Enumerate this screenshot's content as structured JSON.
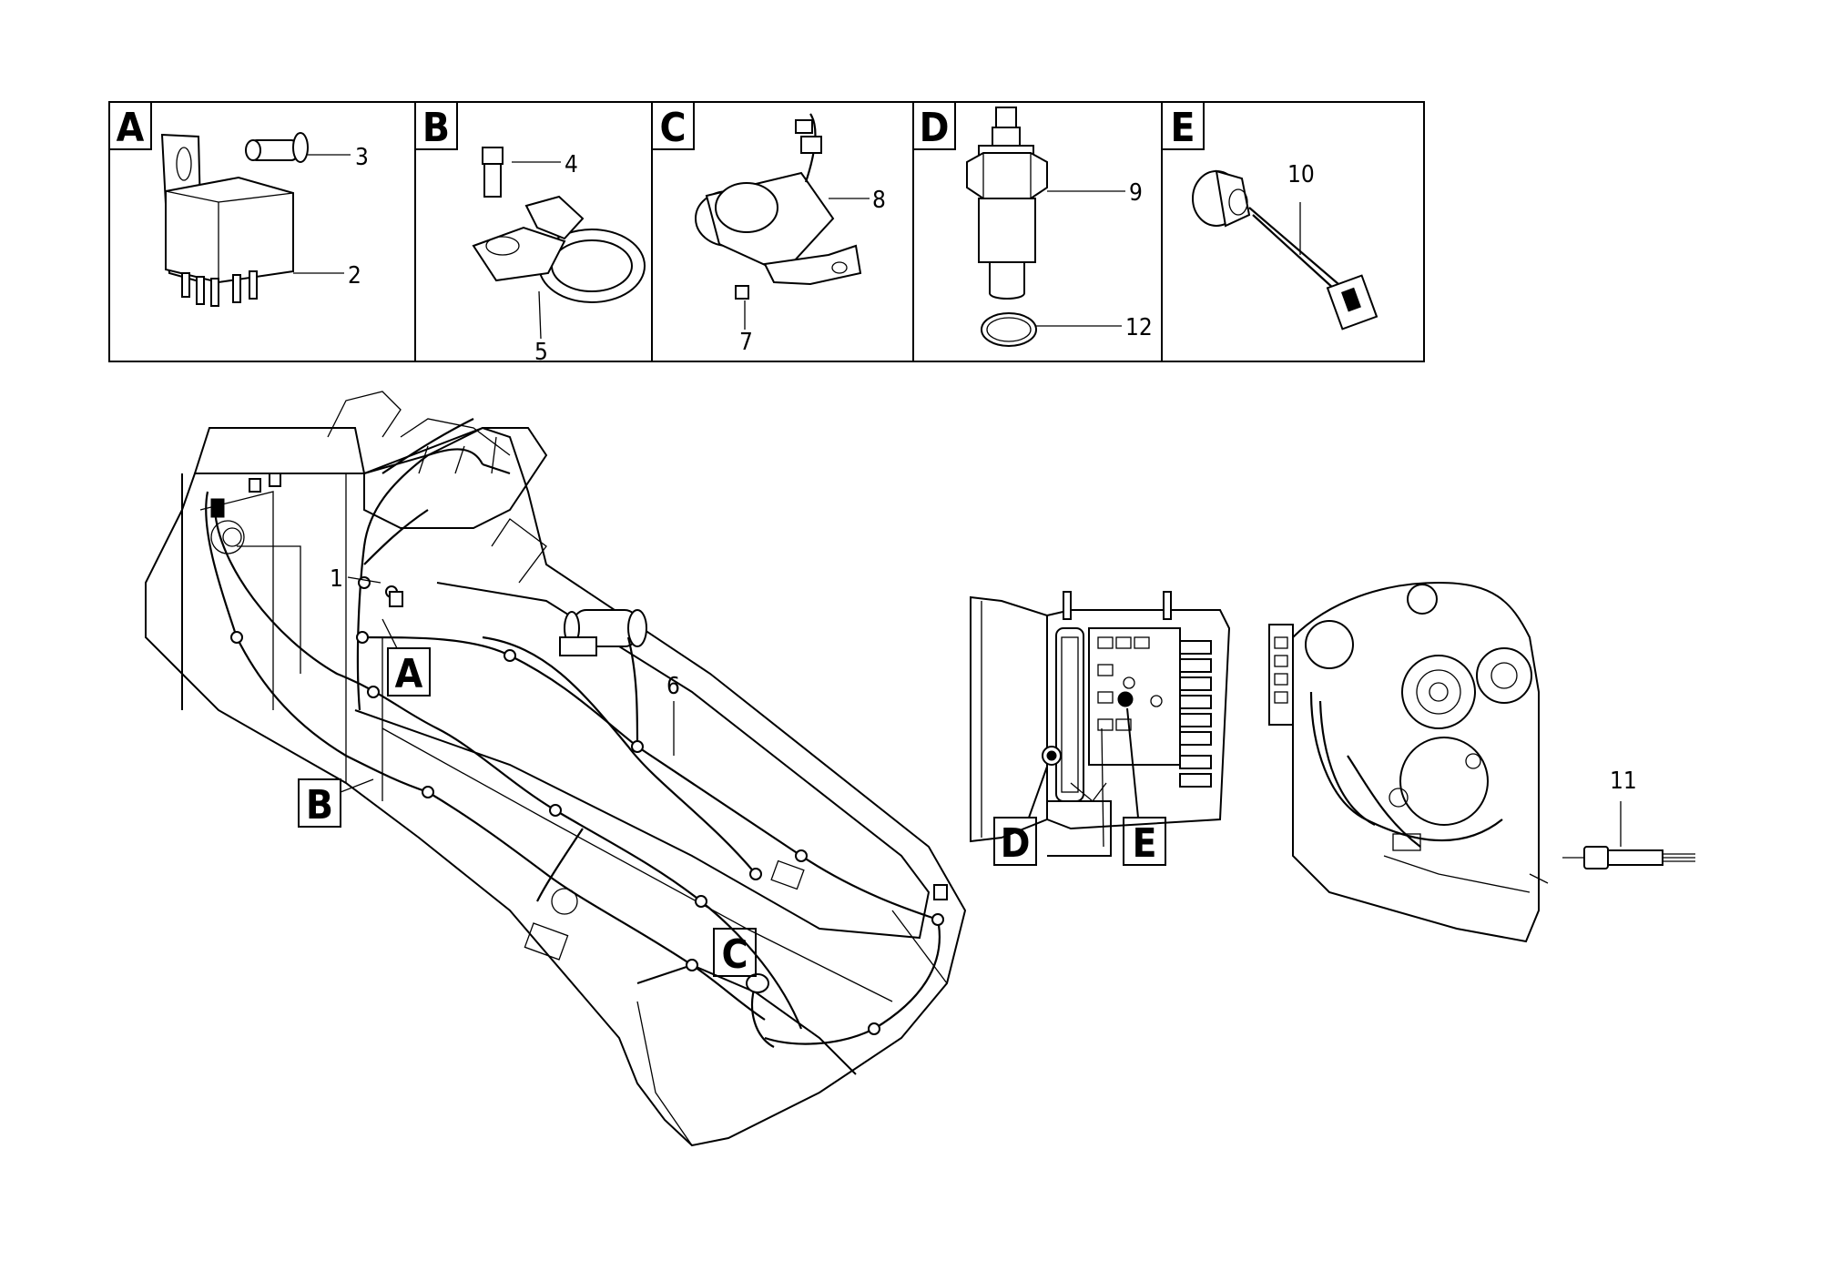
{
  "panels": [
    {
      "letter": "A",
      "callouts": [
        "3",
        "2"
      ]
    },
    {
      "letter": "B",
      "callouts": [
        "4",
        "5"
      ]
    },
    {
      "letter": "C",
      "callouts": [
        "8",
        "7"
      ]
    },
    {
      "letter": "D",
      "callouts": [
        "9",
        "12"
      ]
    },
    {
      "letter": "E",
      "callouts": [
        "10"
      ]
    }
  ],
  "main_callouts": {
    "harness": "1",
    "main_harness": "6",
    "speed_sensor": "11"
  },
  "location_tags": [
    "A",
    "B",
    "C",
    "D",
    "E"
  ]
}
